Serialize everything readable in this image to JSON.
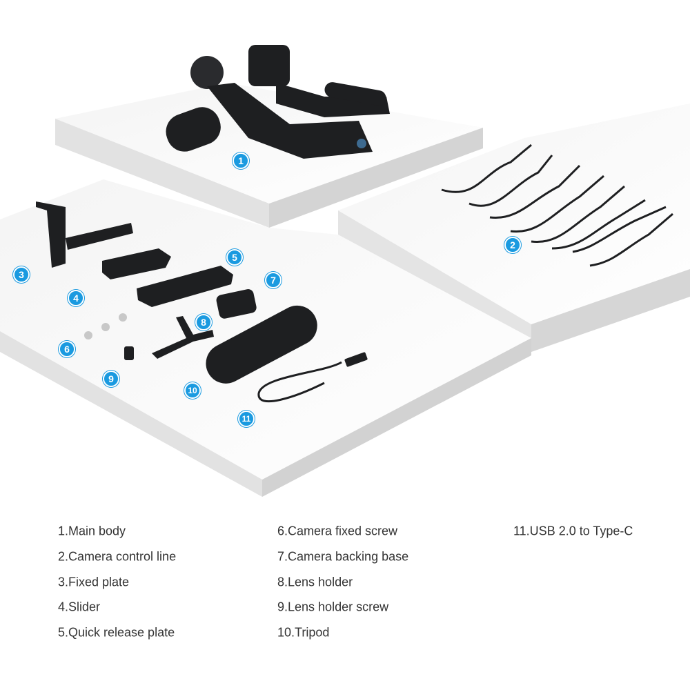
{
  "colors": {
    "badge": "#1a9ae0",
    "text": "#333333",
    "product": "#1e1f21"
  },
  "badges": [
    "1",
    "2",
    "3",
    "4",
    "5",
    "6",
    "7",
    "8",
    "9",
    "10",
    "11"
  ],
  "legend": [
    "1.Main body",
    "2.Camera control line",
    "3.Fixed plate",
    "4.Slider",
    "5.Quick release plate",
    "6.Camera fixed screw",
    "7.Camera backing base",
    "8.Lens holder",
    "9.Lens holder screw",
    "10.Tripod",
    "11.USB 2.0 to Type-C"
  ]
}
